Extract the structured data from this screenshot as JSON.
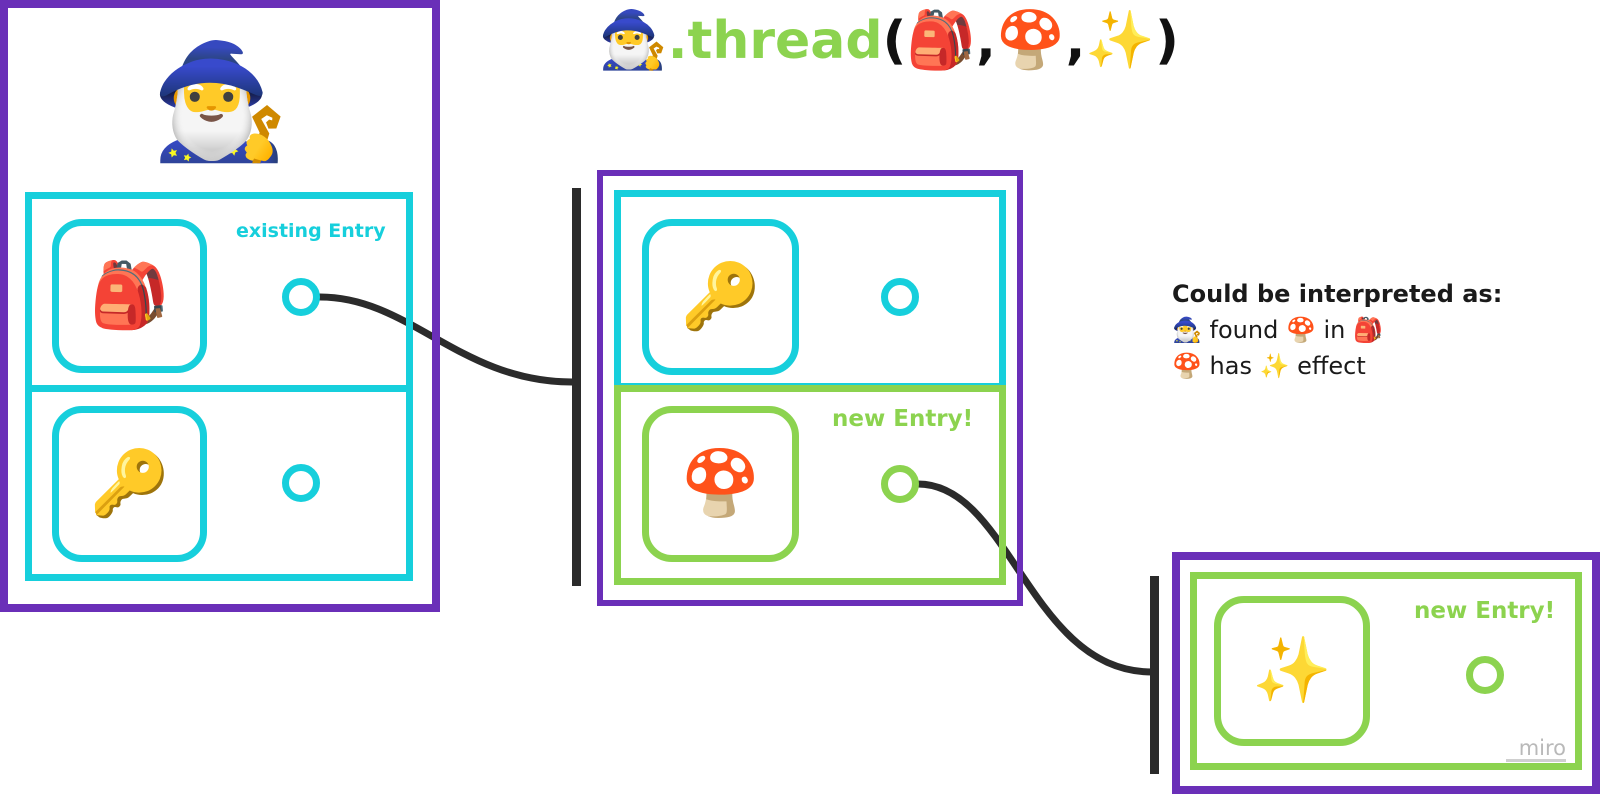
{
  "title": {
    "caller_emoji": "🧙‍♂️",
    "method": ".thread",
    "open": "(",
    "arg1": "🎒",
    "sep1": ",",
    "arg2": "🍄",
    "sep2": ",",
    "arg3": "✨",
    "close": ")"
  },
  "wizard": {
    "emoji": "🧙‍♂️"
  },
  "block1": {
    "label": "existing Entry",
    "entries": [
      {
        "emoji": "🎒"
      },
      {
        "emoji": "🔑"
      }
    ]
  },
  "block2": {
    "label": "new Entry!",
    "entries": [
      {
        "emoji": "🔑"
      },
      {
        "emoji": "🍄"
      }
    ]
  },
  "block3": {
    "label": "new Entry!",
    "entries": [
      {
        "emoji": "✨"
      }
    ]
  },
  "note": {
    "heading": "Could be interpreted as:",
    "line1": {
      "a": "🧙‍♂️",
      "t1": " found ",
      "b": "🍄",
      "t2": " in ",
      "c": "🎒"
    },
    "line2": {
      "a": "🍄",
      "t1": " has ",
      "b": "✨",
      "t2": " effect"
    }
  },
  "watermark": "miro",
  "colors": {
    "frame": "#6a2fb8",
    "existing": "#16cfdc",
    "new": "#8cd34f",
    "connector": "#2b2b2b"
  }
}
